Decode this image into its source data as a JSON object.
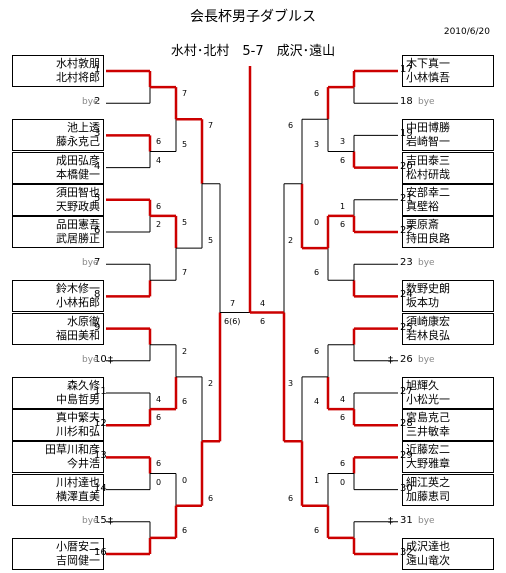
{
  "title": "会長杯男子ダブルス",
  "date": "2010/6/20",
  "final_result": "水村･北村　5-7　成沢･遠山",
  "bye_label": "bye",
  "left_names": [
    {
      "seed": "1",
      "names": [
        "水村敦朋",
        "北村将郎"
      ]
    },
    {
      "seed": "2",
      "names": []
    },
    {
      "seed": "3",
      "names": [
        "池上透",
        "藤永克己"
      ]
    },
    {
      "seed": "4",
      "names": [
        "成田弘彦",
        "本橋健一"
      ]
    },
    {
      "seed": "5",
      "names": [
        "須田智也",
        "天野政典"
      ]
    },
    {
      "seed": "6",
      "names": [
        "品田憲吾",
        "武居勝正"
      ]
    },
    {
      "seed": "7",
      "names": []
    },
    {
      "seed": "8",
      "names": [
        "鈴木修一",
        "小林拓郎"
      ]
    },
    {
      "seed": "9",
      "names": [
        "水原徹",
        "福田美和"
      ]
    },
    {
      "seed": "10",
      "names": []
    },
    {
      "seed": "11",
      "names": [
        "森久修",
        "中島哲男"
      ]
    },
    {
      "seed": "12",
      "names": [
        "真中繁夫",
        "川杉和弘"
      ]
    },
    {
      "seed": "13",
      "names": [
        "田草川和彦",
        "今井浩"
      ]
    },
    {
      "seed": "14",
      "names": [
        "川村達也",
        "横澤直美"
      ]
    },
    {
      "seed": "15",
      "names": []
    },
    {
      "seed": "16",
      "names": [
        "小暦安二",
        "吉岡健一"
      ]
    }
  ],
  "right_names": [
    {
      "seed": "17",
      "names": [
        "木下真一",
        "小林慎吾"
      ]
    },
    {
      "seed": "18",
      "names": []
    },
    {
      "seed": "19",
      "names": [
        "中田博勝",
        "岩崎智一"
      ]
    },
    {
      "seed": "20",
      "names": [
        "吉田泰三",
        "松村研哉"
      ]
    },
    {
      "seed": "21",
      "names": [
        "安部幸二",
        "真壁裕"
      ]
    },
    {
      "seed": "22",
      "names": [
        "栗原斎",
        "持田良路"
      ]
    },
    {
      "seed": "23",
      "names": []
    },
    {
      "seed": "24",
      "names": [
        "数野史朗",
        "坂本功"
      ]
    },
    {
      "seed": "25",
      "names": [
        "須崎康宏",
        "若林良弘"
      ]
    },
    {
      "seed": "26",
      "names": []
    },
    {
      "seed": "27",
      "names": [
        "旭輝久",
        "小松光一"
      ]
    },
    {
      "seed": "28",
      "names": [
        "宮島克己",
        "三井敏幸"
      ]
    },
    {
      "seed": "29",
      "names": [
        "近藤宏二",
        "大野雅章"
      ]
    },
    {
      "seed": "30",
      "names": [
        "細江英之",
        "加藤恵司"
      ]
    },
    {
      "seed": "31",
      "names": []
    },
    {
      "seed": "32",
      "names": [
        "成沢達也",
        "遠山竜次"
      ]
    }
  ],
  "scores": {
    "l_r1_3_4": [
      "6",
      "4"
    ],
    "l_r1_5_6": [
      "6",
      "2"
    ],
    "l_r1_11_12": [
      "4",
      "6"
    ],
    "l_r1_13_14": [
      "6",
      "0"
    ],
    "l_r2_1": [
      "7",
      "5"
    ],
    "l_r2_2": [
      "5",
      "7"
    ],
    "l_r2_3": [
      "2",
      "6"
    ],
    "l_r2_4": [
      "0",
      "6"
    ],
    "l_r3_1": [
      "7",
      "5"
    ],
    "l_r3_2": [
      "2",
      "6"
    ],
    "l_r4": [
      "7",
      "6(6)"
    ],
    "r_r1_19_20": [
      "3",
      "6"
    ],
    "r_r1_21_22": [
      "1",
      "6"
    ],
    "r_r1_27_28": [
      "4",
      "6"
    ],
    "r_r1_29_30": [
      "6",
      "0"
    ],
    "r_r2_1": [
      "6",
      "3"
    ],
    "r_r2_2": [
      "0",
      "6"
    ],
    "r_r2_3": [
      "6",
      "4"
    ],
    "r_r2_4": [
      "1",
      "6"
    ],
    "r_r3_1": [
      "6",
      "2"
    ],
    "r_r3_2": [
      "3",
      "6"
    ],
    "r_r4": [
      "4",
      "6"
    ]
  },
  "colors": {
    "win": "#cc0000",
    "lose": "#000000"
  },
  "icons": {
    "double_bye_marker": "double-cross-icon"
  }
}
